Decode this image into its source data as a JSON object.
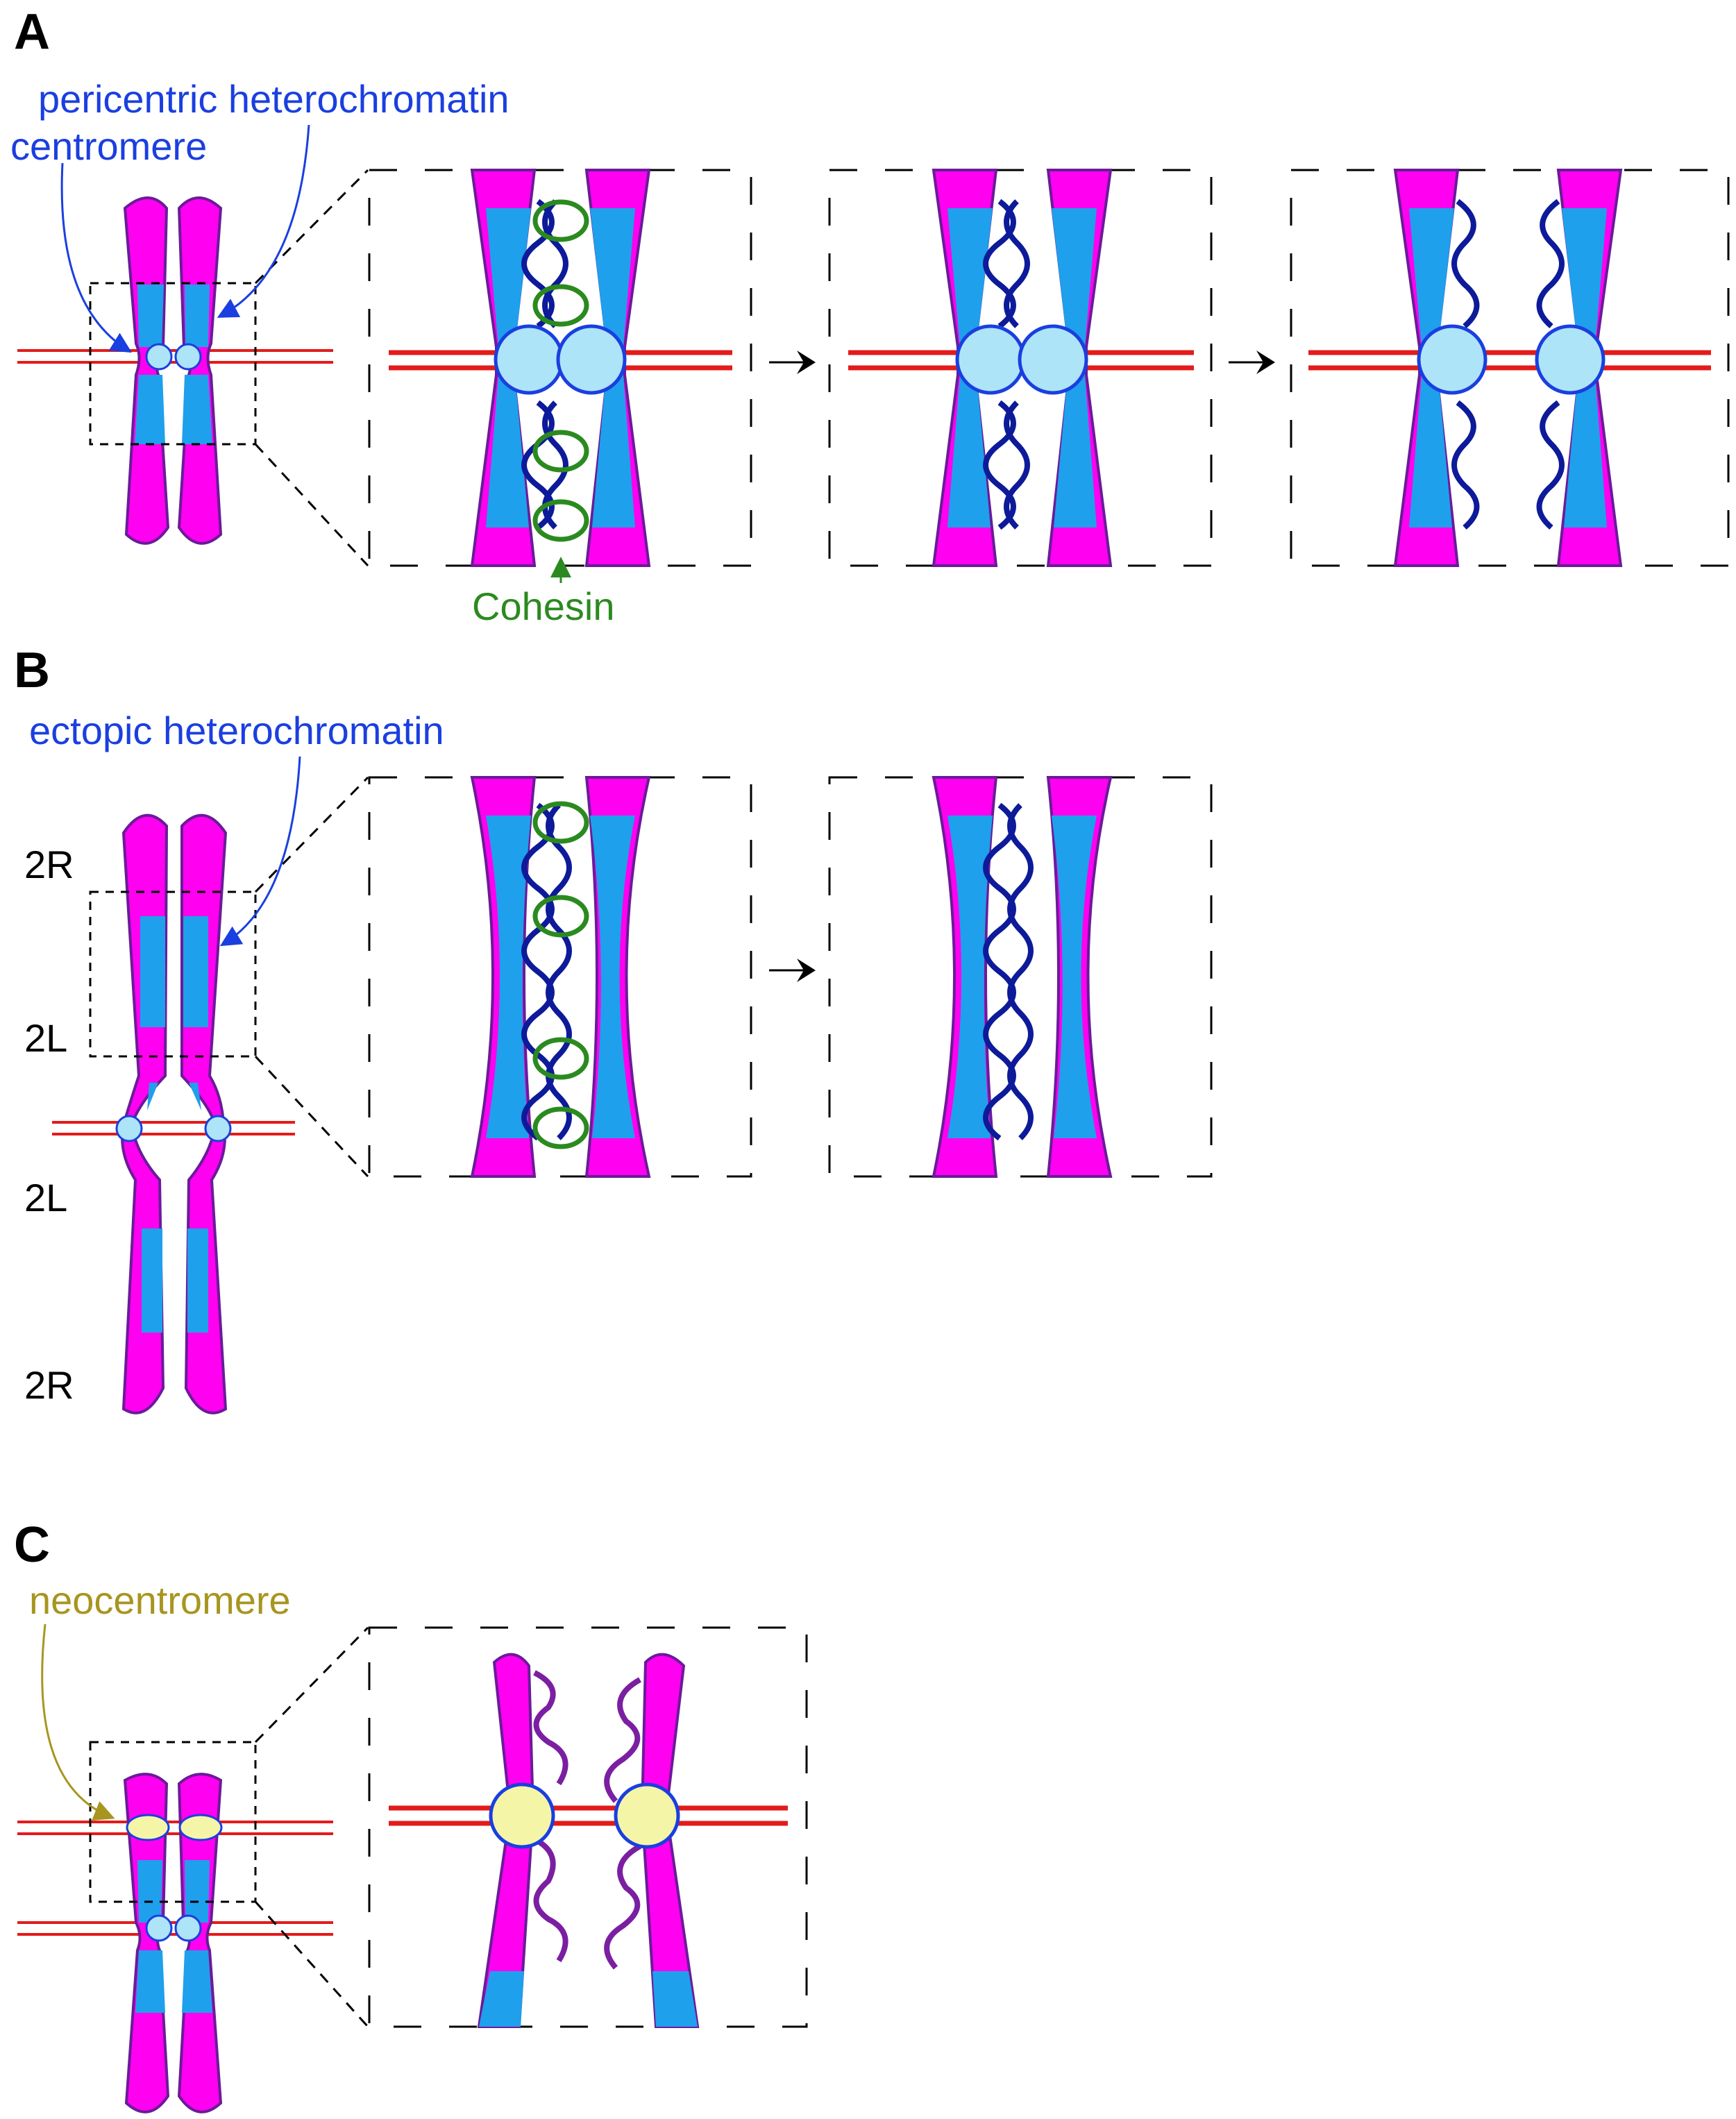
{
  "panels": {
    "a": {
      "letter": "A",
      "label_pericentric": "pericentric heterochromatin",
      "label_centromere": "centromere",
      "label_cohesin": "Cohesin"
    },
    "b": {
      "letter": "B",
      "label_ectopic": "ectopic heterochromatin",
      "arm_labels": [
        "2R",
        "2L",
        "2L",
        "2R"
      ]
    },
    "c": {
      "letter": "C",
      "label_neocentromere": "neocentromere"
    }
  },
  "colors": {
    "chromosome_arm": "#ff00f0",
    "heterochromatin": "#1ea0ec",
    "centromere": "#aee4f7",
    "neocentromere": "#f5f5a8",
    "spindle": "#e31b1b",
    "cohesin": "#2b8a1f",
    "dna_strand": "#0d1a99",
    "label_blue": "#1a3fe0",
    "label_olive": "#a89520"
  },
  "icons": [
    "arrow-right-icon",
    "pointer-arrow-icon"
  ]
}
